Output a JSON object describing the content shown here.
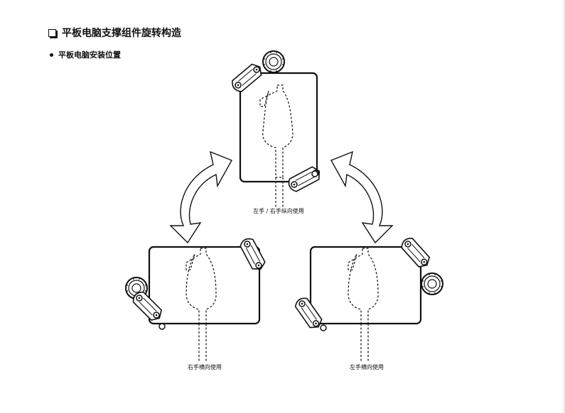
{
  "heading": {
    "icon": "checkbox-icon",
    "text": "平板电脑支撑组件旋转构造"
  },
  "subheading": {
    "text": "平板电脑安装位置"
  },
  "captions": {
    "top": "左手 / 右手纵向使用",
    "bottom_left": "右手横向使用",
    "bottom_right": "左手横向使用"
  },
  "colors": {
    "line": "#111111",
    "arrow_fill": "#ffffff"
  }
}
